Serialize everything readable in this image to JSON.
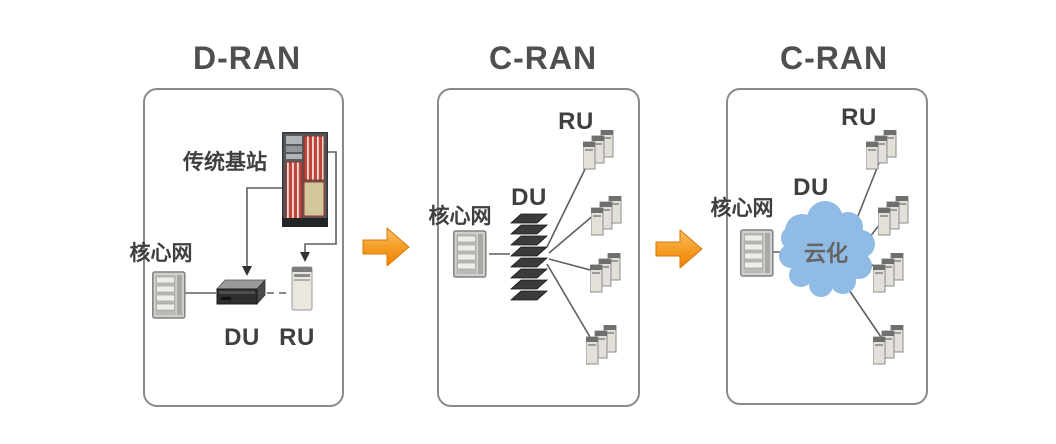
{
  "diagram": {
    "panels": [
      {
        "id": "d-ran",
        "title": "D-RAN",
        "labels": {
          "base_station": "传统基站",
          "core_network": "核心网",
          "du": "DU",
          "ru": "RU"
        }
      },
      {
        "id": "c-ran-centralized",
        "title": "C-RAN",
        "labels": {
          "core_network": "核心网",
          "du": "DU",
          "ru": "RU"
        }
      },
      {
        "id": "c-ran-cloudified",
        "title": "C-RAN",
        "labels": {
          "core_network": "核心网",
          "du": "DU",
          "ru": "RU",
          "cloud": "云化"
        }
      }
    ],
    "icons": {
      "core_network_server": "server-rack-icon",
      "base_station_cabinet": "equipment-cabinet-icon",
      "du_box": "baseband-unit-icon",
      "ru_tower": "radio-unit-tower-icon",
      "du_stack": "stacked-du-boards-icon",
      "ru_cluster": "radio-unit-cluster-icon",
      "cloud": "cloud-icon",
      "transition_arrow": "right-arrow-icon"
    },
    "colors": {
      "panel_border": "#8A8A8A",
      "title_text": "#4F4F4F",
      "label_text": "#3F3F3F",
      "cloud_fill": "#8FBBE5",
      "cloud_text": "#646464",
      "arrow_fill_top": "#FBBE62",
      "arrow_fill_bottom": "#EC8200",
      "connector_line": "#5F5F5F"
    }
  }
}
